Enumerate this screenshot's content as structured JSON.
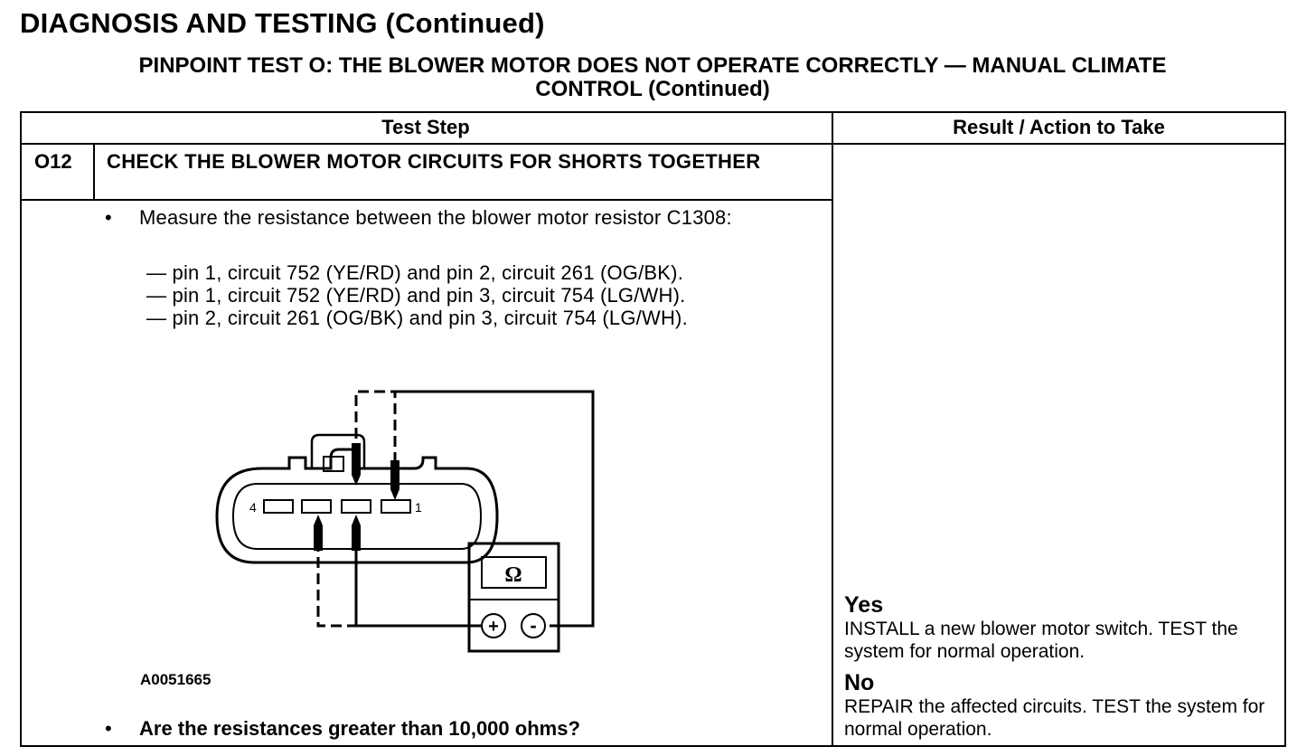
{
  "page": {
    "title": "DIAGNOSIS AND TESTING (Continued)",
    "test_title_line1": "PINPOINT TEST  O: THE BLOWER MOTOR DOES NOT OPERATE CORRECTLY — MANUAL CLIMATE",
    "test_title_line2": "CONTROL (Continued)"
  },
  "table": {
    "headers": {
      "test_step": "Test Step",
      "result": "Result / Action to Take"
    },
    "step": {
      "id": "O12",
      "title": "CHECK THE BLOWER MOTOR CIRCUITS FOR SHORTS TOGETHER",
      "bullet": "•",
      "instruction": "Measure the resistance between the blower motor resistor C1308:",
      "measurements": [
        "— pin 1, circuit 752 (YE/RD) and pin 2, circuit 261 (OG/BK).",
        "— pin 1, circuit 752 (YE/RD) and pin 3, circuit 754 (LG/WH).",
        "— pin 2, circuit 261 (OG/BK) and pin 3, circuit 754 (LG/WH)."
      ],
      "figure": {
        "id": "A0051665",
        "pin_label_left": "4",
        "pin_label_right": "1",
        "meter_symbol": "Ω",
        "meter_plus": "+",
        "meter_minus": "-"
      },
      "question": "Are the resistances greater than 10,000 ohms?"
    },
    "results": {
      "yes_label": "Yes",
      "yes_action": "INSTALL a new blower motor switch. TEST the system for normal operation.",
      "no_label": "No",
      "no_action": "REPAIR the affected circuits. TEST the system for normal operation."
    }
  }
}
